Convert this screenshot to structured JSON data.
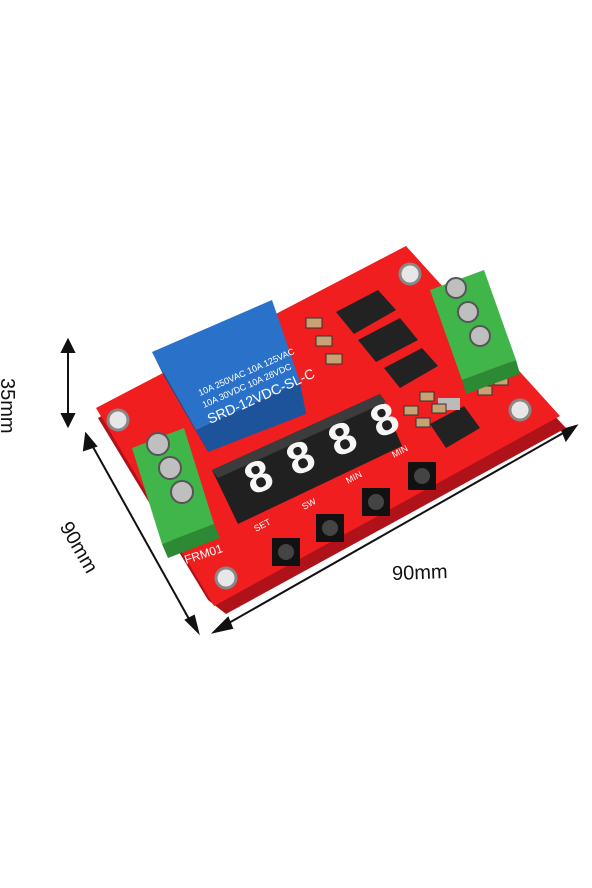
{
  "dimensions": {
    "height": "35mm",
    "depth": "90mm",
    "width": "90mm"
  },
  "board": {
    "model": "FRM01",
    "color": "#f01e1e",
    "relay": {
      "color": "#2a72c9",
      "line1": "10A 250VAC  10A 125VAC",
      "line2": "10A 30VDC  10A 28VDC",
      "model": "SRD-12VDC-SL-C"
    },
    "display_digits": [
      "8",
      "8",
      "8",
      "8"
    ],
    "buttons": [
      "SET",
      "SW",
      "MIN",
      "MIN"
    ],
    "terminal_color": "#3fb54a"
  }
}
